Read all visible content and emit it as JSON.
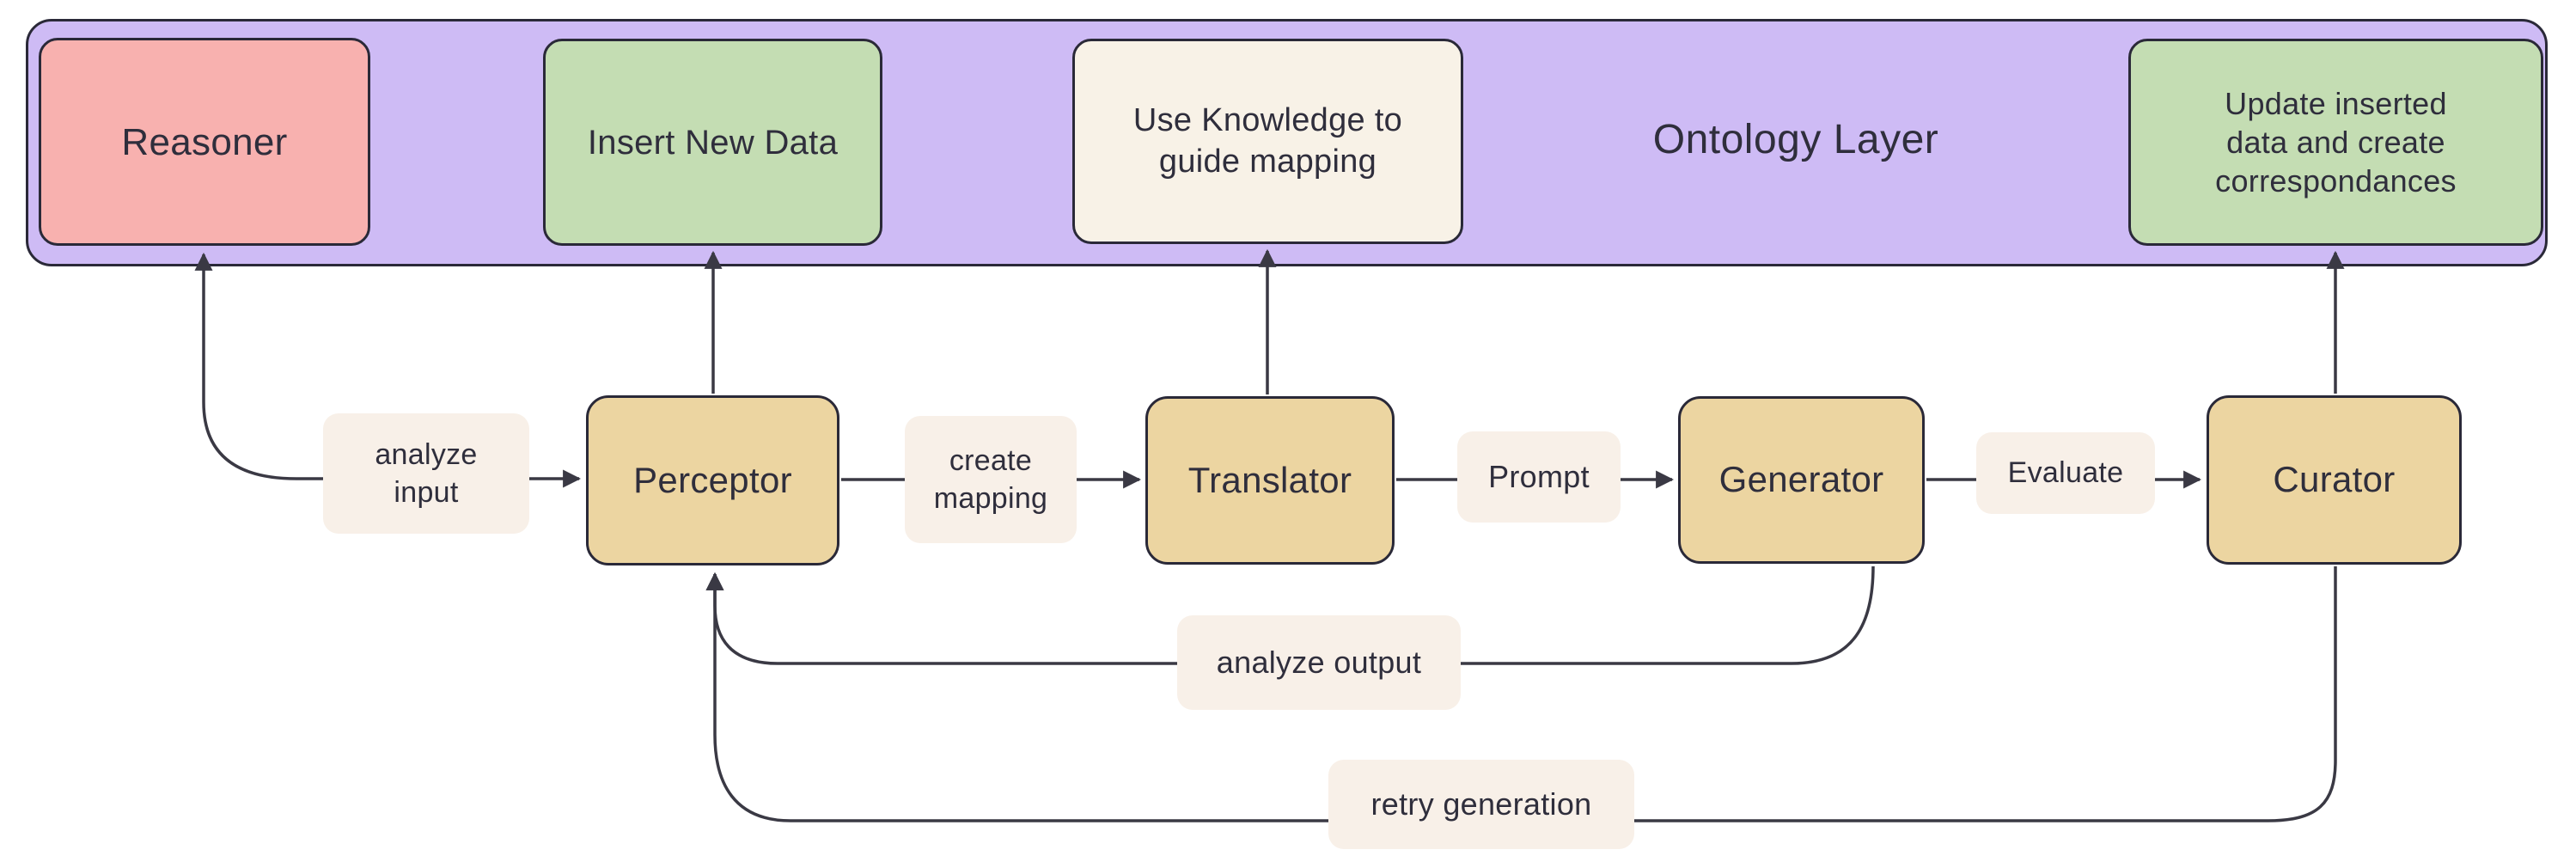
{
  "colors": {
    "canvas-bg": "#ffffff",
    "band-fill": "#cebbf5",
    "band-border": "#2a2938",
    "node-pink": "#f8b1af",
    "node-green": "#c4ddb3",
    "node-cream": "#f8f2e7",
    "node-tan": "#ecd5a1",
    "node-border": "#2a2938",
    "edge-line": "#3a3944",
    "label-bg": "#f8f0e8",
    "text-dark": "#2f2e3c"
  },
  "ontology_layer": {
    "title": "Ontology Layer",
    "reasoner": "Reasoner",
    "insert_new_data": "Insert New Data",
    "use_knowledge": "Use Knowledge to guide mapping",
    "update_inserted": "Update inserted data and create correspondances"
  },
  "pipeline": {
    "perceptor": "Perceptor",
    "translator": "Translator",
    "generator": "Generator",
    "curator": "Curator"
  },
  "edge_labels": {
    "analyze_input": "analyze input",
    "create_mapping": "create mapping",
    "prompt": "Prompt",
    "evaluate": "Evaluate",
    "analyze_output": "analyze output",
    "retry_generation": "retry generation"
  },
  "edges": [
    {
      "from": "Perceptor",
      "to": "Reasoner",
      "label": "analyze input",
      "arrows": "both"
    },
    {
      "from": "Perceptor",
      "to": "Insert New Data",
      "label": "",
      "arrows": "end"
    },
    {
      "from": "Perceptor",
      "to": "Translator",
      "label": "create mapping",
      "arrows": "end"
    },
    {
      "from": "Translator",
      "to": "Use Knowledge to guide mapping",
      "label": "",
      "arrows": "end"
    },
    {
      "from": "Translator",
      "to": "Generator",
      "label": "Prompt",
      "arrows": "end"
    },
    {
      "from": "Generator",
      "to": "Curator",
      "label": "Evaluate",
      "arrows": "end"
    },
    {
      "from": "Curator",
      "to": "Update inserted data and create correspondances",
      "label": "",
      "arrows": "end"
    },
    {
      "from": "Generator",
      "to": "Perceptor",
      "label": "analyze output",
      "arrows": "end"
    },
    {
      "from": "Curator",
      "to": "Perceptor",
      "label": "retry generation",
      "arrows": "end"
    }
  ]
}
